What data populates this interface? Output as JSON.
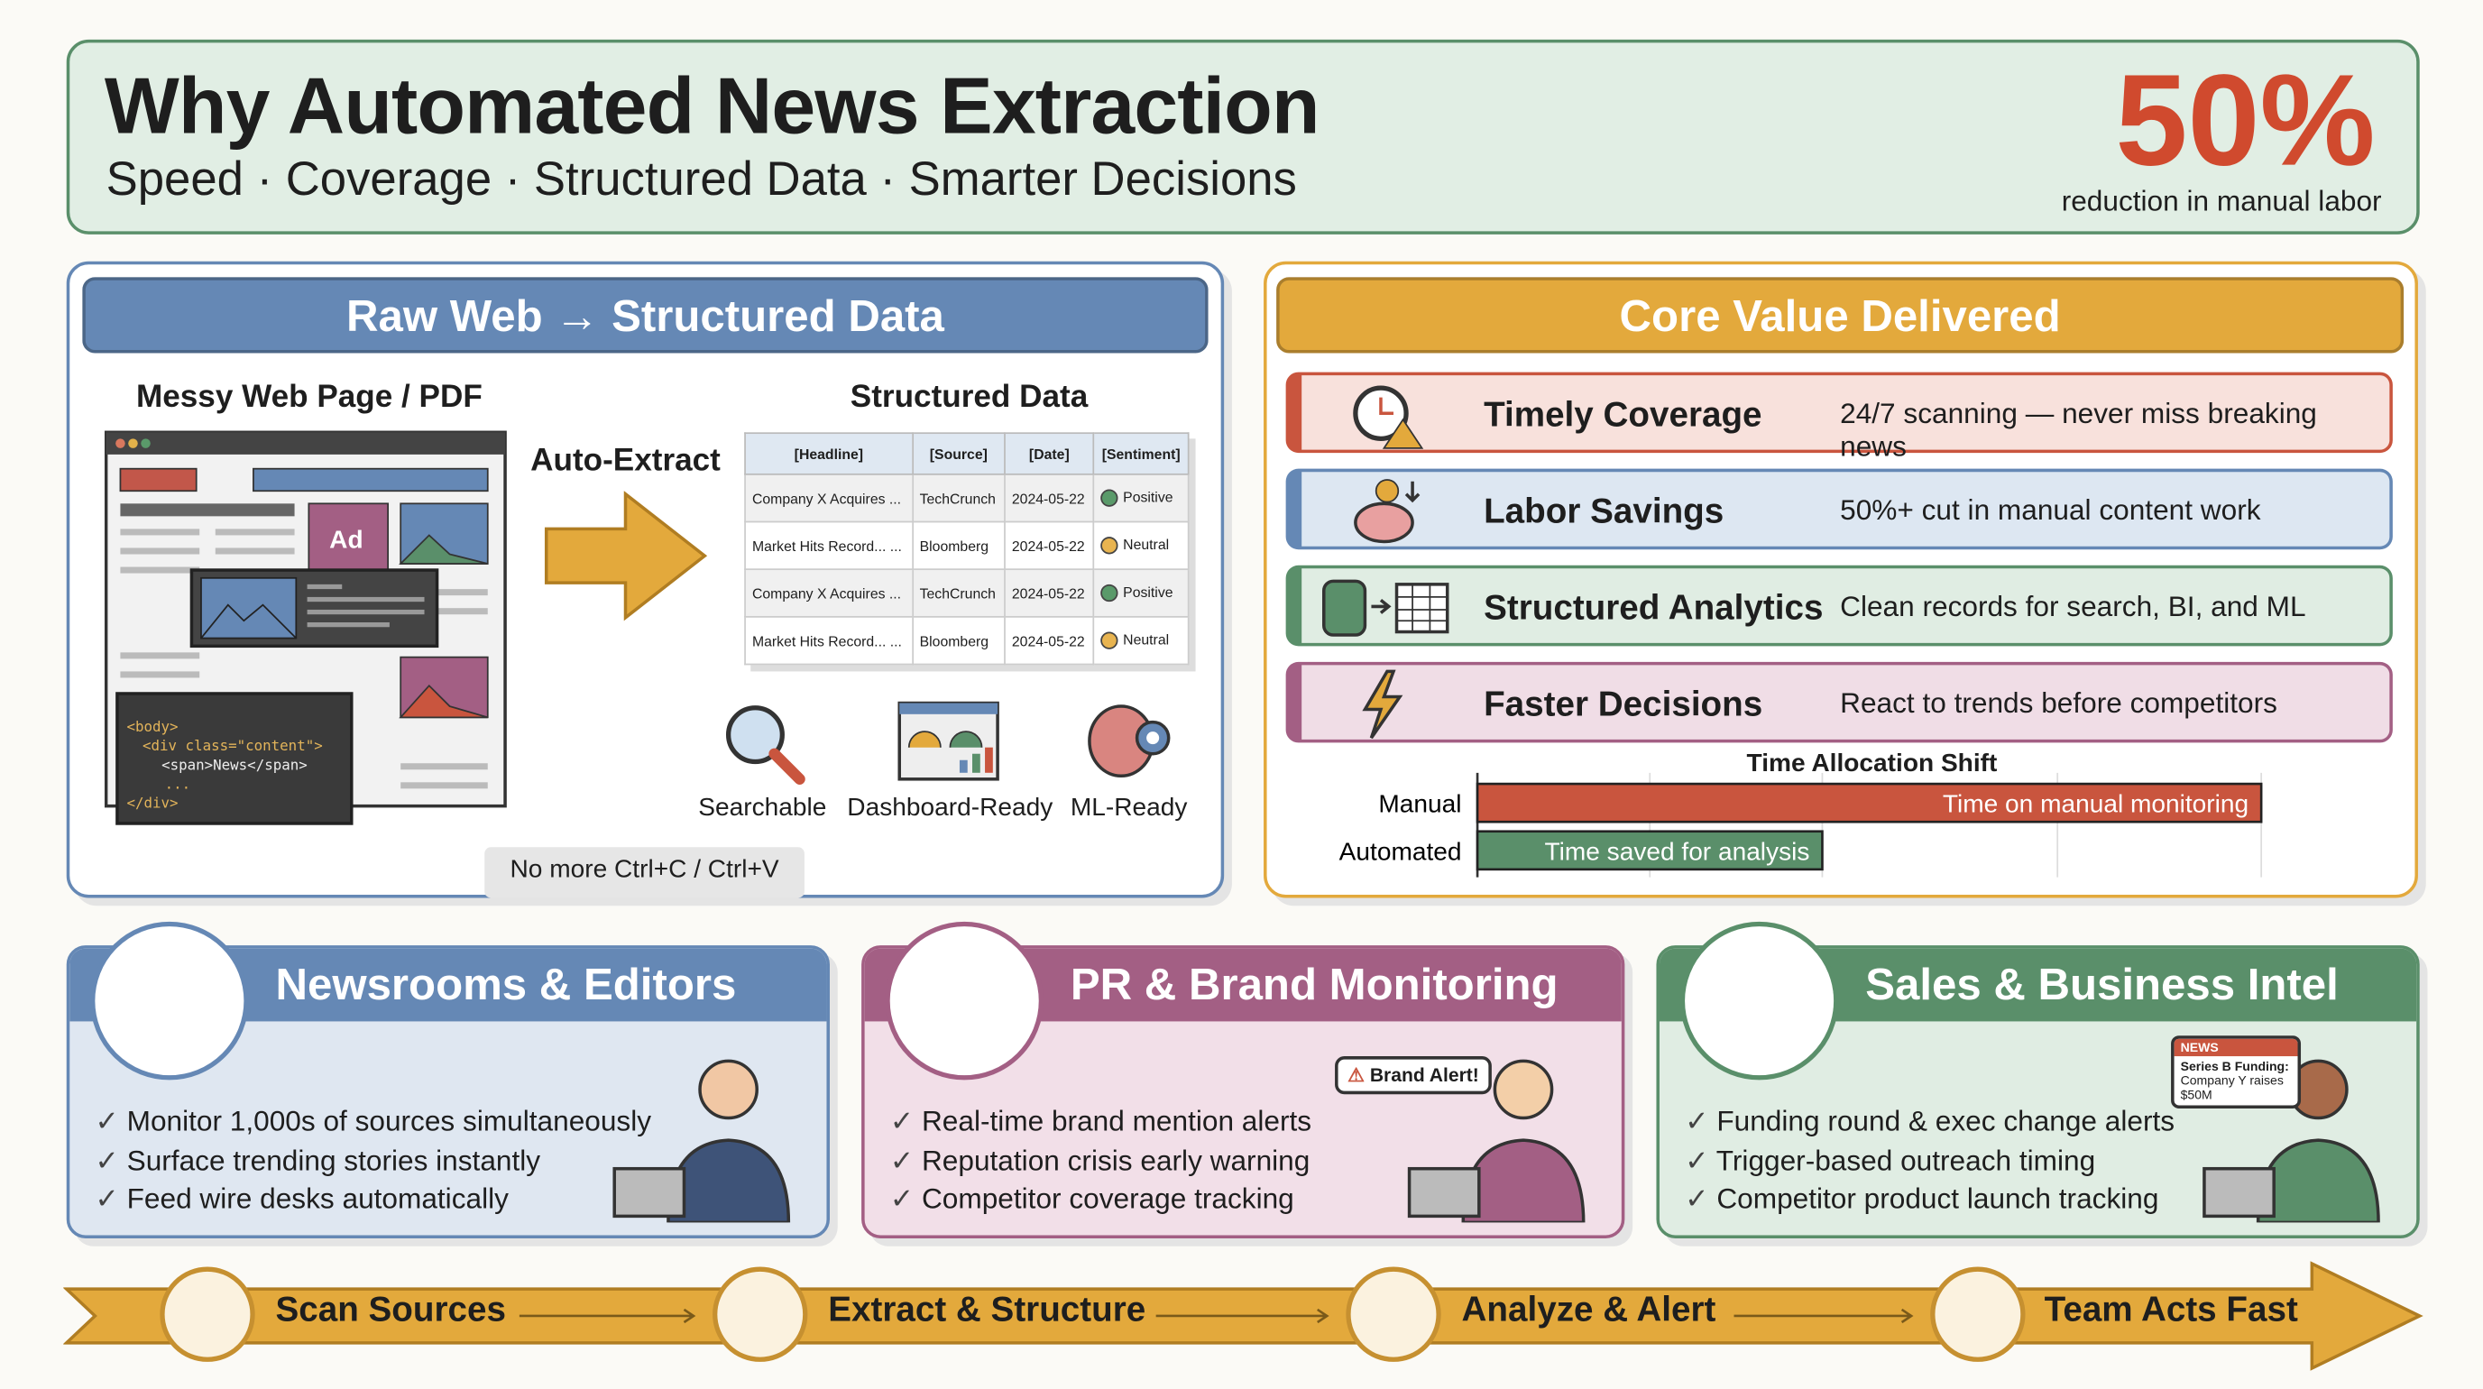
{
  "header": {
    "title": "Why Automated News Extraction",
    "subtitle": "Speed · Coverage · Structured Data · Smarter Decisions",
    "stat": "50%",
    "stat_label": "reduction in manual labor"
  },
  "left_panel": {
    "title": "Raw Web → Structured Data",
    "messy_label": "Messy Web Page / PDF",
    "ad_label": "Ad",
    "code": [
      "<body>",
      "<div class=\"content\">",
      "<span>News</span>",
      "...",
      "</div>"
    ],
    "arrow_label": "Auto-Extract",
    "structured_label": "Structured Data",
    "table": {
      "columns": [
        "[Headline]",
        "[Source]",
        "[Date]",
        "[Sentiment]"
      ],
      "rows": [
        [
          "Company X Acquires ...",
          "TechCrunch",
          "2024-05-22",
          "Positive"
        ],
        [
          "Market Hits Record... ...",
          "Bloomberg",
          "2024-05-22",
          "Neutral"
        ],
        [
          "Company X Acquires ...",
          "TechCrunch",
          "2024-05-22",
          "Positive"
        ],
        [
          "Market Hits Record... ...",
          "Bloomberg",
          "2024-05-22",
          "Neutral"
        ]
      ]
    },
    "features": [
      "Searchable",
      "Dashboard-Ready",
      "ML-Ready"
    ],
    "note": "No more Ctrl+C / Ctrl+V"
  },
  "right_panel": {
    "title": "Core Value Delivered",
    "items": [
      {
        "title": "Timely Coverage",
        "desc": "24/7 scanning — never miss breaking news",
        "icon": "clock-warning-icon"
      },
      {
        "title": "Labor Savings",
        "desc": "50%+ cut in manual content work",
        "icon": "piggy-bank-icon"
      },
      {
        "title": "Structured Analytics",
        "desc": "Clean records for search, BI, and ML",
        "icon": "database-table-icon"
      },
      {
        "title": "Faster Decisions",
        "desc": "React to trends before competitors",
        "icon": "lightning-icon"
      }
    ]
  },
  "chart_data": {
    "type": "bar",
    "orientation": "horizontal",
    "title": "Time Allocation Shift",
    "categories": [
      "Manual",
      "Automated"
    ],
    "series": [
      {
        "values": [
          100,
          44
        ],
        "labels": [
          "Time on manual monitoring",
          "Time saved for analysis"
        ],
        "colors": [
          "#c9553e",
          "#5a8f6a"
        ]
      }
    ],
    "xlim": [
      0,
      100
    ],
    "grid": true
  },
  "cards": [
    {
      "title": "Newsrooms & Editors",
      "icon": "news-tower-icon",
      "color": "#6588b5",
      "bullets": [
        "Monitor 1,000s of sources simultaneously",
        "Surface trending stories instantly",
        "Feed wire desks automatically"
      ]
    },
    {
      "title": "PR & Brand Monitoring",
      "icon": "megaphone-shield-icon",
      "color": "#a35f84",
      "bubble": "Brand Alert!",
      "bullets": [
        "Real-time brand mention alerts",
        "Reputation crisis early warning",
        "Competitor coverage tracking"
      ]
    },
    {
      "title": "Sales & Business Intel",
      "icon": "target-dollar-icon",
      "color": "#5a8f6a",
      "bubble_tag": "NEWS",
      "bubble_head": "Series B Funding:",
      "bubble_body": "Company Y raises $50M",
      "bullets": [
        "Funding round & exec change alerts",
        "Trigger-based outreach timing",
        "Competitor product launch tracking"
      ]
    }
  ],
  "flow": {
    "steps": [
      "Scan Sources",
      "Extract & Structure",
      "Analyze & Alert",
      "Team Acts Fast"
    ]
  },
  "colors": {
    "red": "#d04a2e",
    "blue": "#6588b5",
    "orange": "#e3a93c",
    "green": "#5a8f6a",
    "purple": "#a35f84"
  }
}
